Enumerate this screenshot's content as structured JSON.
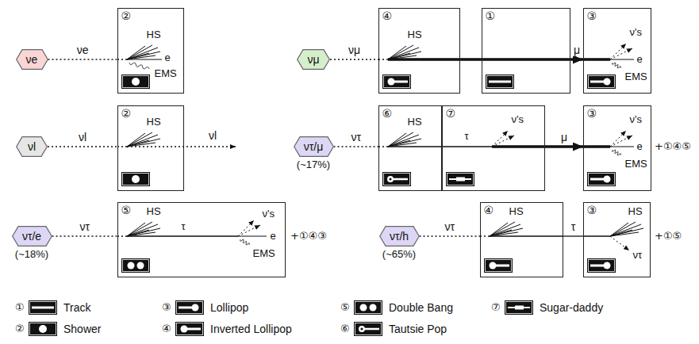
{
  "diagram": {
    "nodes": [
      {
        "text": [
          "νe"
        ]
      },
      {
        "text": [
          "②",
          "HS",
          "e",
          "EMS"
        ]
      },
      {
        "text": [
          "νμ"
        ]
      },
      {
        "text": [
          "④",
          "HS"
        ]
      },
      {
        "text": [
          "①"
        ]
      },
      {
        "text": [
          "③",
          "ν's",
          "e",
          "EMS"
        ]
      },
      {
        "text": [
          "νl"
        ]
      },
      {
        "text": [
          "②",
          "HS"
        ]
      },
      {
        "text": [
          "ντ/μ",
          "(~17%)"
        ]
      },
      {
        "text": [
          "⑥",
          "HS"
        ]
      },
      {
        "text": [
          "⑦",
          "τ",
          "ν's"
        ]
      },
      {
        "text": [
          "③",
          "ν's",
          "e",
          "EMS"
        ]
      },
      {
        "text": [
          "ντ/e",
          "(~18%)"
        ]
      },
      {
        "text": [
          "⑤",
          "HS",
          "τ",
          "ν's",
          "e",
          "EMS"
        ]
      },
      {
        "text": [
          "ντ/h",
          "(~65%)"
        ]
      },
      {
        "text": [
          "④",
          "HS"
        ]
      },
      {
        "text": [
          "③",
          "HS",
          "ντ"
        ]
      }
    ],
    "edges": [
      {
        "from": 0,
        "to": 1,
        "arrow": "none",
        "label": "νe"
      },
      {
        "from": 2,
        "to": 3,
        "arrow": "none",
        "label": "νμ"
      },
      {
        "from": 3,
        "to": 4,
        "arrow": "none"
      },
      {
        "from": 4,
        "to": 5,
        "arrow": "to",
        "label": "μ"
      },
      {
        "from": 6,
        "to": 7,
        "arrow": "none",
        "label": "νl"
      },
      {
        "from": 8,
        "to": 9,
        "arrow": "none",
        "label": "ντ"
      },
      {
        "from": 10,
        "to": 11,
        "arrow": "to",
        "label": "μ"
      },
      {
        "from": 12,
        "to": 13,
        "arrow": "none",
        "label": "ντ"
      },
      {
        "from": 14,
        "to": 15,
        "arrow": "none",
        "label": "ντ"
      },
      {
        "from": 15,
        "to": 16,
        "arrow": "none",
        "label": "τ"
      }
    ],
    "labels": [
      "νl",
      "+①④⑤",
      "+①④③",
      "+①⑤",
      "①",
      "③",
      "⑤",
      "⑦",
      "②",
      "④",
      "⑥"
    ],
    "legend": [
      {
        "text": "Track"
      },
      {
        "text": "Lollipop"
      },
      {
        "text": "Double Bang"
      },
      {
        "text": "Sugar-daddy"
      },
      {
        "text": "Shower"
      },
      {
        "text": "Inverted Lollipop"
      },
      {
        "text": "Tautsie Pop"
      }
    ]
  }
}
